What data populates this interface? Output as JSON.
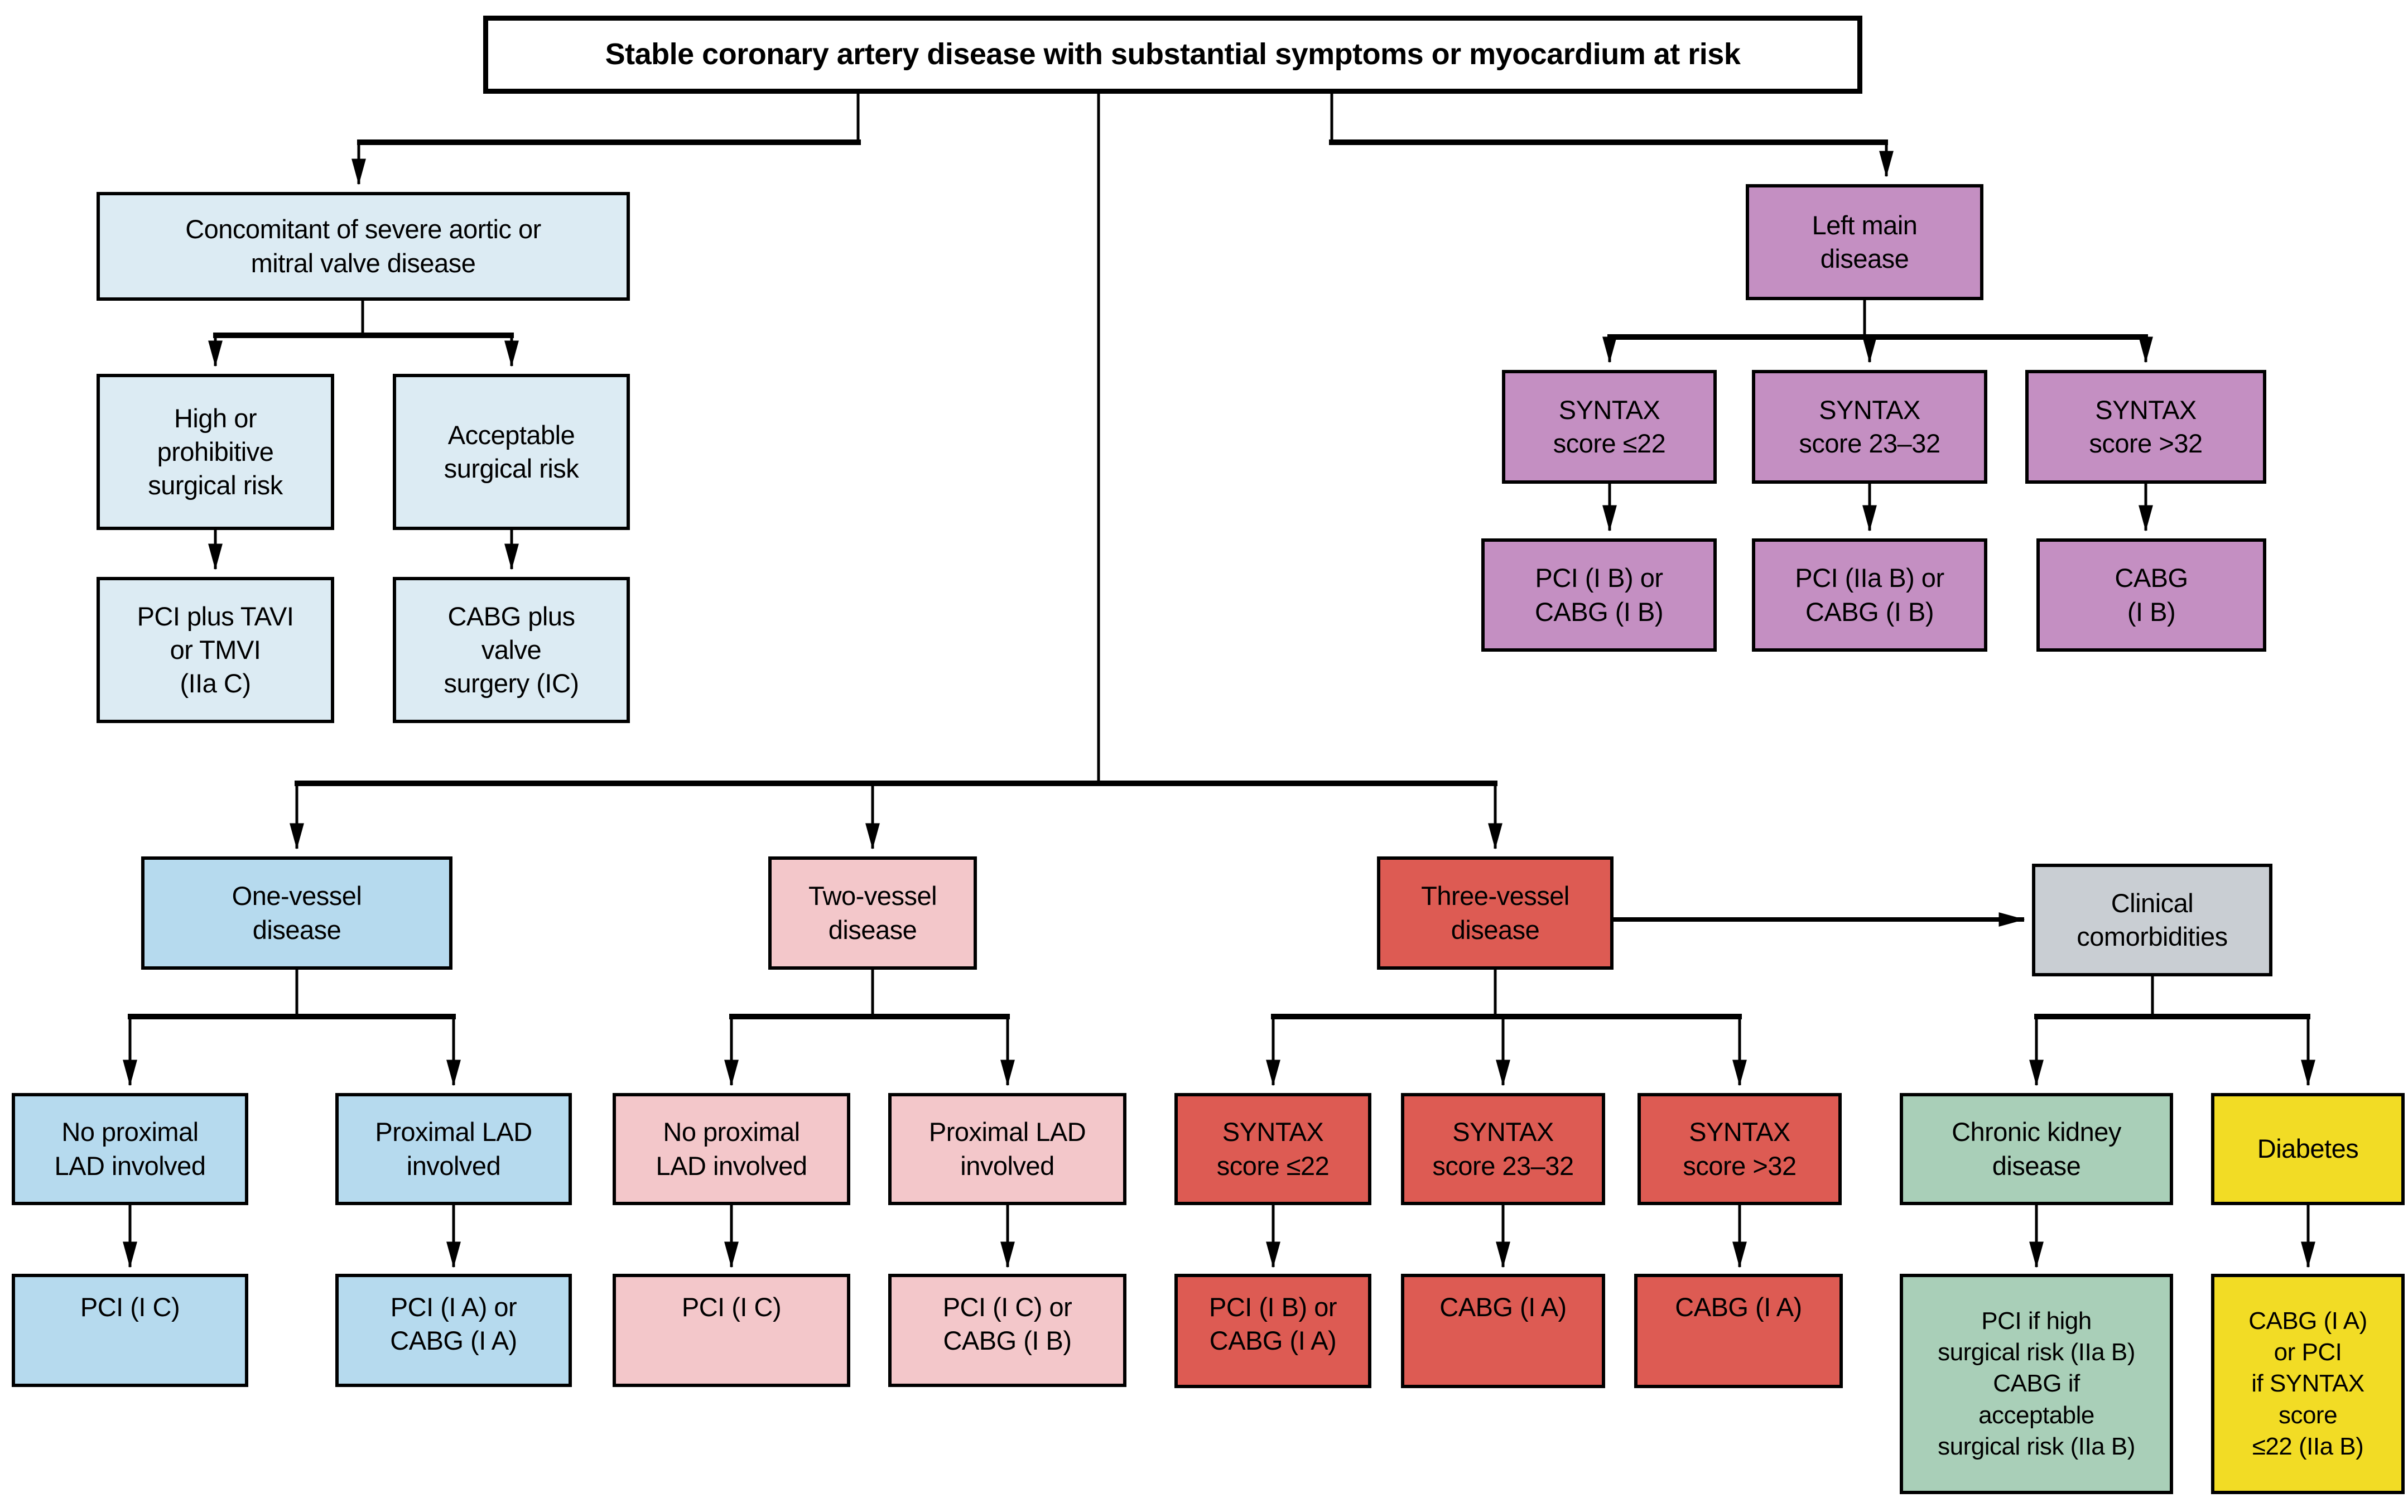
{
  "palette": {
    "light_blue": "#dcebf3",
    "blue": "#b6daee",
    "pink": "#f3c7ca",
    "red": "#dd5b53",
    "purple": "#c48fc2",
    "gray": "#c9ced3",
    "green": "#a9cfb8",
    "yellow": "#f2dc25",
    "line": "#000000",
    "background": "#ffffff"
  },
  "nodes": {
    "title": {
      "label": "Stable coronary artery disease with substantial symptoms or myocardium at risk"
    },
    "concomitant": {
      "label": "Concomitant of severe aortic or\nmitral valve disease"
    },
    "high_risk": {
      "label": "High or\nprohibitive\nsurgical risk"
    },
    "acceptable_risk": {
      "label": "Acceptable\nsurgical risk"
    },
    "pci_tavi": {
      "label": "PCI plus TAVI\nor TMVI\n(IIa C)"
    },
    "cabg_valve": {
      "label": "CABG plus\nvalve\nsurgery (IC)"
    },
    "left_main": {
      "label": "Left main\ndisease"
    },
    "lm_syntax_le22": {
      "label": "SYNTAX\nscore ≤22"
    },
    "lm_syntax_23_32": {
      "label": "SYNTAX\nscore 23–32"
    },
    "lm_syntax_gt32": {
      "label": "SYNTAX\nscore >32"
    },
    "lm_pci_ib_cabg_ib": {
      "label": "PCI (I B) or\nCABG (I B)"
    },
    "lm_pci_iiab_cabg_ib": {
      "label": "PCI (IIa B) or\nCABG (I B)"
    },
    "lm_cabg_ib": {
      "label": "CABG\n(I B)"
    },
    "one_vessel": {
      "label": "One-vessel\ndisease"
    },
    "two_vessel": {
      "label": "Two-vessel\ndisease"
    },
    "three_vessel": {
      "label": "Three-vessel\ndisease"
    },
    "clinical_comorbidities": {
      "label": "Clinical\ncomorbidities"
    },
    "ov_no_prox_lad": {
      "label": "No proximal\nLAD involved"
    },
    "ov_prox_lad": {
      "label": "Proximal LAD\ninvolved"
    },
    "ov_pci_ic": {
      "label": "PCI (I C)"
    },
    "ov_pci_ia_cabg_ia": {
      "label": "PCI (I A) or\nCABG (I A)"
    },
    "tv2_no_prox_lad": {
      "label": "No proximal\nLAD involved"
    },
    "tv2_prox_lad": {
      "label": "Proximal LAD\ninvolved"
    },
    "tv2_pci_ic": {
      "label": "PCI (I C)"
    },
    "tv2_pci_ic_cabg_ib": {
      "label": "PCI (I C) or\nCABG (I B)"
    },
    "tv3_syntax_le22": {
      "label": "SYNTAX\nscore ≤22"
    },
    "tv3_syntax_23_32": {
      "label": "SYNTAX\nscore 23–32"
    },
    "tv3_syntax_gt32": {
      "label": "SYNTAX\nscore >32"
    },
    "tv3_pci_ib_cabg_ia": {
      "label": "PCI (I B) or\nCABG (I A)"
    },
    "tv3_cabg_ia_mid": {
      "label": "CABG (I A)"
    },
    "tv3_cabg_ia_high": {
      "label": "CABG (I A)"
    },
    "ckd": {
      "label": "Chronic kidney\ndisease"
    },
    "diabetes": {
      "label": "Diabetes"
    },
    "ckd_outcome": {
      "label": "PCI if high\nsurgical risk (IIa B)\nCABG if\nacceptable\nsurgical risk (IIa B)"
    },
    "diabetes_outcome": {
      "label": "CABG (I A)\nor PCI\nif SYNTAX\nscore\n≤22 (IIa B)"
    }
  }
}
